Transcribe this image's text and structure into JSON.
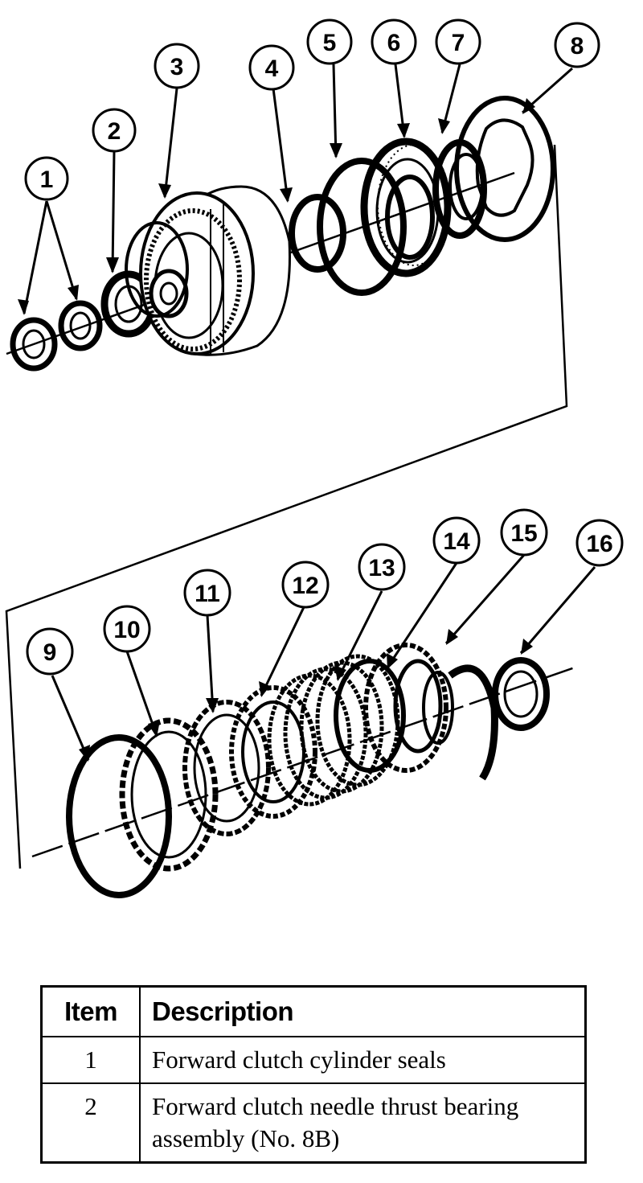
{
  "callouts": [
    "1",
    "2",
    "3",
    "4",
    "5",
    "6",
    "7",
    "8",
    "9",
    "10",
    "11",
    "12",
    "13",
    "14",
    "15",
    "16"
  ],
  "table": {
    "headers": {
      "item": "Item",
      "description": "Description"
    },
    "rows": [
      {
        "item": "1",
        "description": "Forward clutch cylinder seals"
      },
      {
        "item": "2",
        "description": "Forward clutch needle thrust bearing assembly (No. 8B)"
      }
    ]
  }
}
